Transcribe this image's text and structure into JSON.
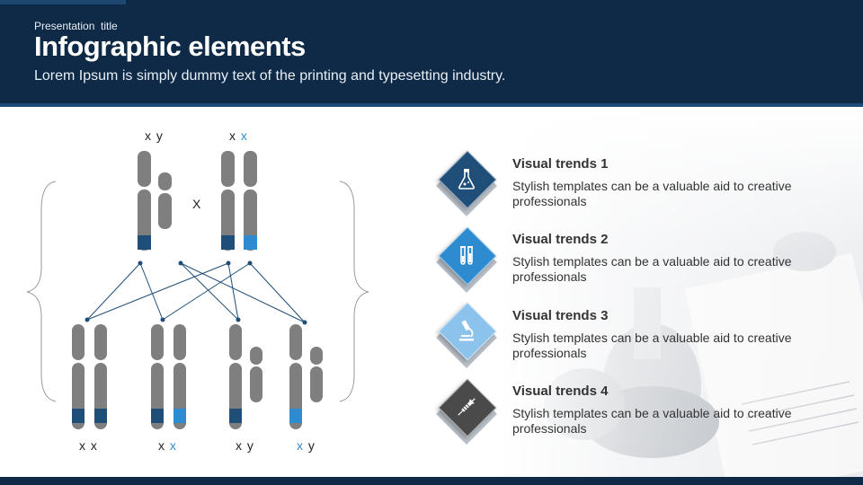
{
  "header": {
    "kicker": "Presentation  title",
    "title": "Infographic elements",
    "subtitle": "Lorem Ipsum is simply dummy text of the printing and typesetting industry."
  },
  "diagram": {
    "parents": [
      {
        "label_a": "x y",
        "label_b": ""
      },
      {
        "label_a": "x ",
        "label_b": "x"
      }
    ],
    "cross": "X",
    "children": [
      {
        "label_a": "x x",
        "label_b": ""
      },
      {
        "label_a": "x ",
        "label_b": "x"
      },
      {
        "label_a": "x y",
        "label_b": ""
      },
      {
        "label_a": "",
        "label_b": "x",
        "label_c": " y"
      }
    ]
  },
  "trends": [
    {
      "title": "Visual trends 1",
      "desc": "Stylish templates can be a valuable aid to creative professionals",
      "icon": "flask-icon",
      "color": "#1f4e79"
    },
    {
      "title": "Visual trends 2",
      "desc": "Stylish templates can be a valuable aid to creative professionals",
      "icon": "test-tubes-icon",
      "color": "#2e8bd0"
    },
    {
      "title": "Visual trends 3",
      "desc": "Stylish templates can be a valuable aid to creative professionals",
      "icon": "microscope-icon",
      "color": "#8cc3ec"
    },
    {
      "title": "Visual trends 4",
      "desc": "Stylish templates can be a valuable aid to creative professionals",
      "icon": "syringe-icon",
      "color": "#4a4a4a"
    }
  ],
  "colors": {
    "navy": "#0f2a47",
    "chromosome_gray": "#7f7f7f",
    "band_dark": "#1f4e79",
    "band_light": "#2e8bd0"
  }
}
